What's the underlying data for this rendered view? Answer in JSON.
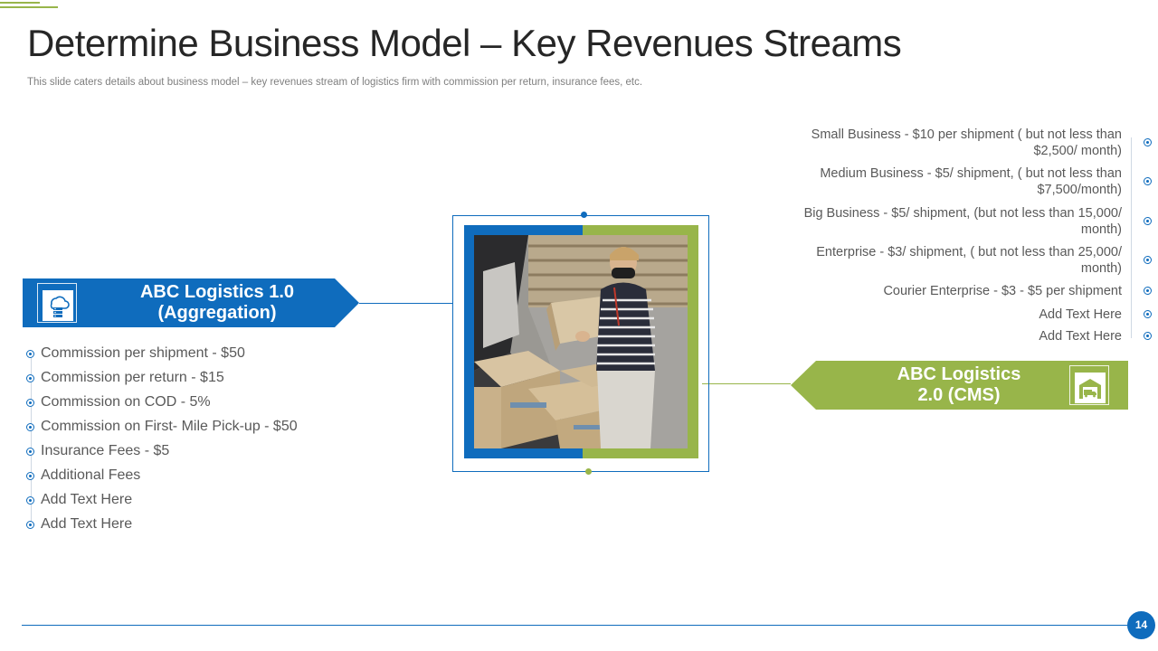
{
  "colors": {
    "blue": "#0f6cbd",
    "green": "#98b54a"
  },
  "slide": {
    "title": "Determine Business Model – Key Revenues Streams",
    "subtitle": "This slide caters details about business model – key revenues stream of logistics firm with commission per return, insurance fees, etc.",
    "page_number": "14"
  },
  "left_block": {
    "heading_line1": "ABC Logistics  1.0",
    "heading_line2": "(Aggregation)",
    "icon": "cloud-server-icon",
    "items": [
      "Commission per shipment  - $50",
      "Commission per return  - $15",
      "Commission on COD - 5%",
      "Commission on First- Mile Pick-up - $50",
      "Insurance  Fees - $5",
      "Additional Fees",
      "Add Text Here",
      "Add Text Here"
    ]
  },
  "right_block": {
    "heading_line1": "ABC Logistics",
    "heading_line2": "2.0 (CMS)",
    "icon": "delivery-truck-garage-icon",
    "items": [
      {
        "line1": "Small Business - $10 per shipment ( but not less than",
        "line2": "$2,500/ month)"
      },
      {
        "line1": "Medium Business - $5/ shipment, ( but not less than",
        "line2": "$7,500/month)"
      },
      {
        "line1": "Big Business - $5/ shipment,  (but not less than 15,000/",
        "line2": "month)"
      },
      {
        "line1": "Enterprise - $3/ shipment, ( but not less than 25,000/",
        "line2": "month)"
      },
      {
        "line1": "Courier Enterprise - $3 - $5 per shipment",
        "line2": ""
      },
      {
        "line1": "Add Text Here",
        "line2": ""
      },
      {
        "line1": "Add Text Here",
        "line2": ""
      }
    ]
  },
  "center_image": {
    "subject": "person-loading-boxes-photo"
  }
}
